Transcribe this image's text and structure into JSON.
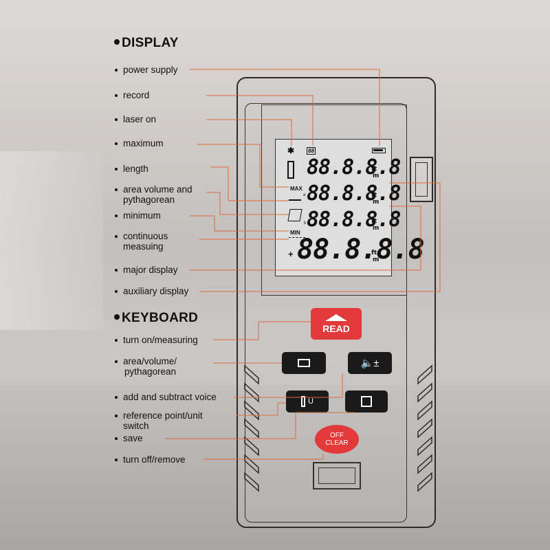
{
  "display_section": {
    "title": "DISPLAY",
    "items": [
      {
        "label": "power supply"
      },
      {
        "label": "record"
      },
      {
        "label": "laser on"
      },
      {
        "label": "maximum"
      },
      {
        "label": "length"
      },
      {
        "label": "area volume and",
        "label2": "pythagorean"
      },
      {
        "label": "minimum"
      },
      {
        "label": "continuous",
        "label2": "measuing"
      },
      {
        "label": "major display"
      },
      {
        "label": "auxiliary display"
      }
    ]
  },
  "keyboard_section": {
    "title": "KEYBOARD",
    "items": [
      {
        "label": "turn on/measuring"
      },
      {
        "label": "area/volume/",
        "label2": "pythagorean"
      },
      {
        "label": "add and subtract voice"
      },
      {
        "label": "reference point/unit",
        "label2": "switch"
      },
      {
        "label": "save"
      },
      {
        "label": "turn off/remove"
      }
    ]
  },
  "lcd": {
    "record_indicator": "88",
    "rows": [
      "88.8.8.8",
      "88.8.8.8",
      "88.8.8.8",
      "88.8.8.8"
    ],
    "unit_top": "ft",
    "unit_bottom": "m",
    "max_label": "MAX",
    "min_label": "MIN",
    "plus_sign": "+",
    "corner_a": "a",
    "corner_b": "b"
  },
  "buttons": {
    "read_label": "READ",
    "off_line1": "OFF",
    "off_line2": "CLEAR",
    "unit_key_letter": "U"
  },
  "colors": {
    "leader_line": "#e0683a",
    "button_red": "#e23a3a"
  }
}
